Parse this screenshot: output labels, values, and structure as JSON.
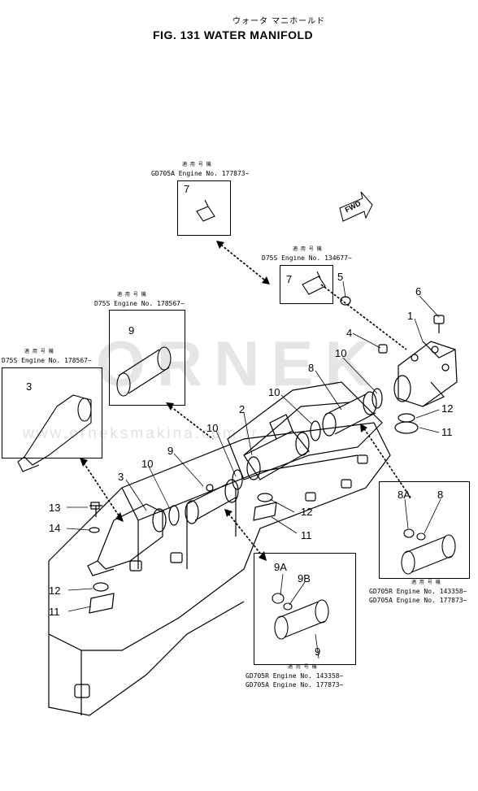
{
  "header": {
    "subtitle_jp": "ウォータ マニホールド",
    "title": "FIG. 131  WATER MANIFOLD"
  },
  "watermark": {
    "brand": "ORNEK",
    "site": "www.orneksmakina.com.tr"
  },
  "fwd_label": "FWD",
  "applicability": {
    "heading": "適 用 号 機",
    "box_top": "GD705A  Engine No. 177873~",
    "box_mid": "D75S    Engine  No. 134677~",
    "box_left_tube": "D75S  Engine No. 178567~",
    "box_left_elbow": "D75S  Engine No. 178567~",
    "box_right_line1": "GD705R  Engine  No. 143358~",
    "box_right_line2": "GD705A  Engine  No. 177873~",
    "box_bottom_line1": "GD705R  Engine  No. 143358~",
    "box_bottom_line2": "GD705A  Engine  No. 177873~"
  },
  "parts": {
    "p1": "1",
    "p2": "2",
    "p3": "3",
    "p3b": "3",
    "p4": "4",
    "p5": "5",
    "p6": "6",
    "p7a": "7",
    "p7b": "7",
    "p8": "8",
    "p8b": "8",
    "p8a": "8A",
    "p9": "9",
    "p9b": "9",
    "p9c": "9",
    "p9a": "9A",
    "p9bb": "9B",
    "p10a": "10",
    "p10b": "10",
    "p10c": "10",
    "p10d": "10",
    "p11a": "11",
    "p11b": "11",
    "p11c": "11",
    "p12a": "12",
    "p12b": "12",
    "p12c": "12",
    "p13": "13",
    "p14": "14"
  }
}
